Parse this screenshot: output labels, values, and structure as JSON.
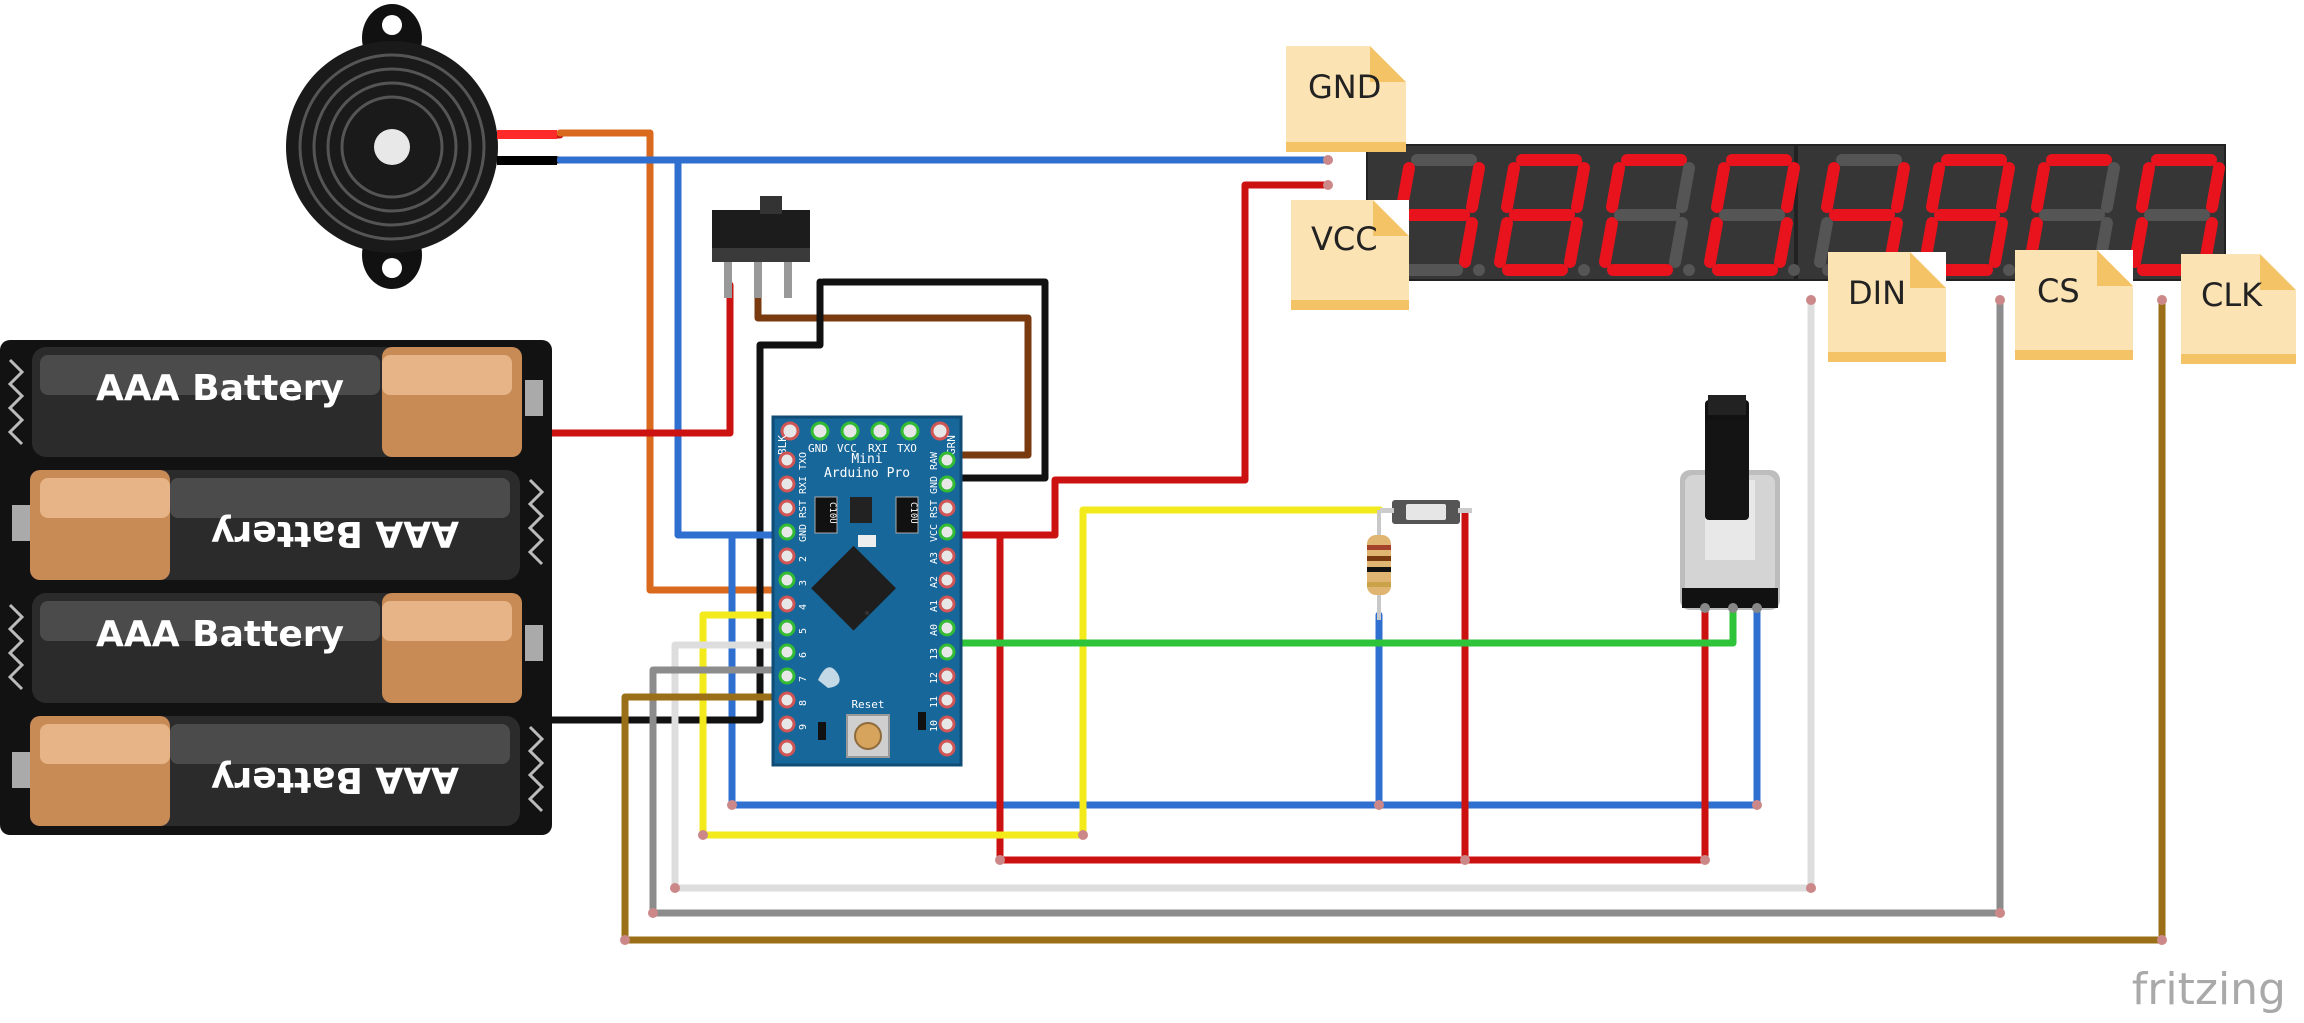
{
  "battery_labels": [
    "AAA Battery",
    "AAA Battery",
    "AAA Battery",
    "AAA Battery"
  ],
  "board": {
    "name_line1": "Mini",
    "name_line2": "Arduino Pro",
    "top_pins": [
      "BLK",
      "GND",
      "VCC",
      "RXI",
      "TXO",
      "GRN"
    ],
    "right_header": [
      "TXO",
      "RXI",
      "RST",
      "GND",
      "2",
      "3",
      "4",
      "5",
      "6",
      "7",
      "8",
      "9"
    ],
    "left_header": [
      "RAW",
      "GND",
      "RST",
      "VCC",
      "A3",
      "A2",
      "A1",
      "A0",
      "13",
      "12",
      "11",
      "10"
    ],
    "cap_label": "C10U",
    "reset_label": "Reset"
  },
  "labels": {
    "gnd": "GND",
    "vcc": "VCC",
    "din": "DIN",
    "cs": "CS",
    "clk": "CLK"
  },
  "display": {
    "digits_left": [
      "4",
      "8",
      "C",
      "0"
    ],
    "digits_right": [
      "4",
      "8",
      "C",
      "0"
    ],
    "segment_on": "#e8131d",
    "segment_off": "#555555"
  },
  "wire_colors": {
    "blue": "#2f6fd0",
    "red": "#cc1111",
    "orange": "#d9691d",
    "brown": "#7a3a10",
    "black": "#111111",
    "yellow": "#f2ea1a",
    "green": "#2ec43a",
    "white": "#dddddd",
    "gray": "#8c8c8c",
    "olive": "#9a6f17"
  },
  "brand": "fritzing"
}
